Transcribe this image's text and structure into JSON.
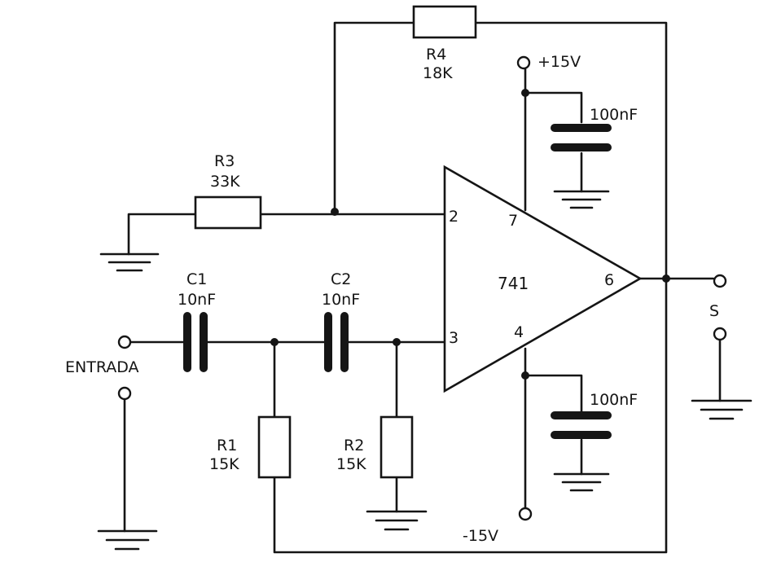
{
  "components": {
    "r4": {
      "name": "R4",
      "value": "18K"
    },
    "r3": {
      "name": "R3",
      "value": "33K"
    },
    "r1": {
      "name": "R1",
      "value": "15K"
    },
    "r2": {
      "name": "R2",
      "value": "15K"
    },
    "c1": {
      "name": "C1",
      "value": "10nF"
    },
    "c2": {
      "name": "C2",
      "value": "10nF"
    },
    "cap_top": {
      "value": "100nF"
    },
    "cap_bottom": {
      "value": "100nF"
    },
    "opamp": {
      "part": "741",
      "pin_inverting": "2",
      "pin_noninverting": "3",
      "pin_vplus": "7",
      "pin_vminus": "4",
      "pin_output": "6"
    }
  },
  "supply": {
    "positive": "+15V",
    "negative": "-15V"
  },
  "io": {
    "input_label": "ENTRADA",
    "output_label": "S"
  },
  "colors": {
    "ink": "#151515",
    "paper": "#ffffff"
  }
}
